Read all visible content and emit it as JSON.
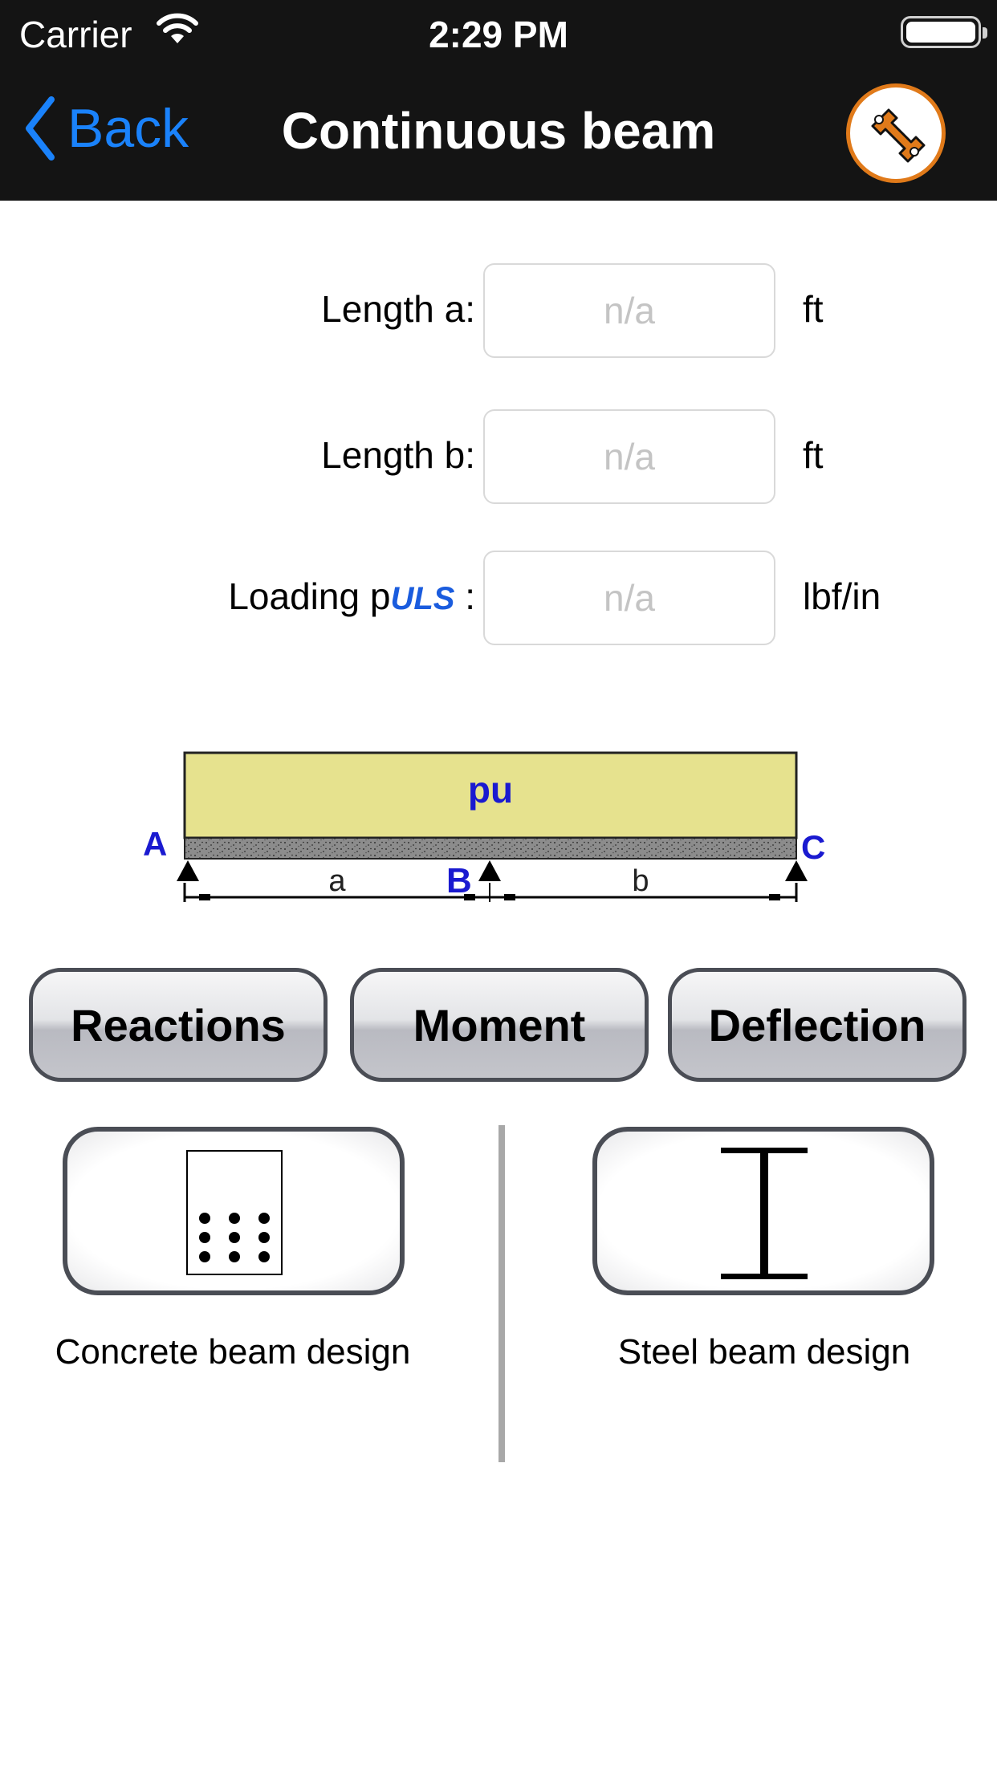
{
  "status_bar": {
    "carrier": "Carrier",
    "time": "2:29 PM"
  },
  "nav": {
    "back_label": "Back",
    "title": "Continuous beam"
  },
  "form": {
    "length_a": {
      "label": "Length a:",
      "placeholder": "n/a",
      "value": "",
      "unit": "ft"
    },
    "length_b": {
      "label": "Length b:",
      "placeholder": "n/a",
      "value": "",
      "unit": "ft"
    },
    "loading": {
      "label_prefix": "Loading p",
      "label_sub": "ULS",
      "label_suffix": " :",
      "placeholder": "n/a",
      "value": "",
      "unit": "lbf/in"
    }
  },
  "diagram": {
    "load_label": "pu",
    "support_a": "A",
    "support_b": "B",
    "support_c": "C",
    "span_a": "a",
    "span_b": "b",
    "load_color": "#e6e28e",
    "label_color": "#1a1ad0"
  },
  "buttons": {
    "reactions": "Reactions",
    "moment": "Moment",
    "deflection": "Deflection"
  },
  "design": {
    "concrete_label": "Concrete beam design",
    "steel_label": "Steel beam design"
  },
  "colors": {
    "accent": "#1a82fb",
    "header_bg": "#141414",
    "settings_ring": "#e07a1a"
  }
}
